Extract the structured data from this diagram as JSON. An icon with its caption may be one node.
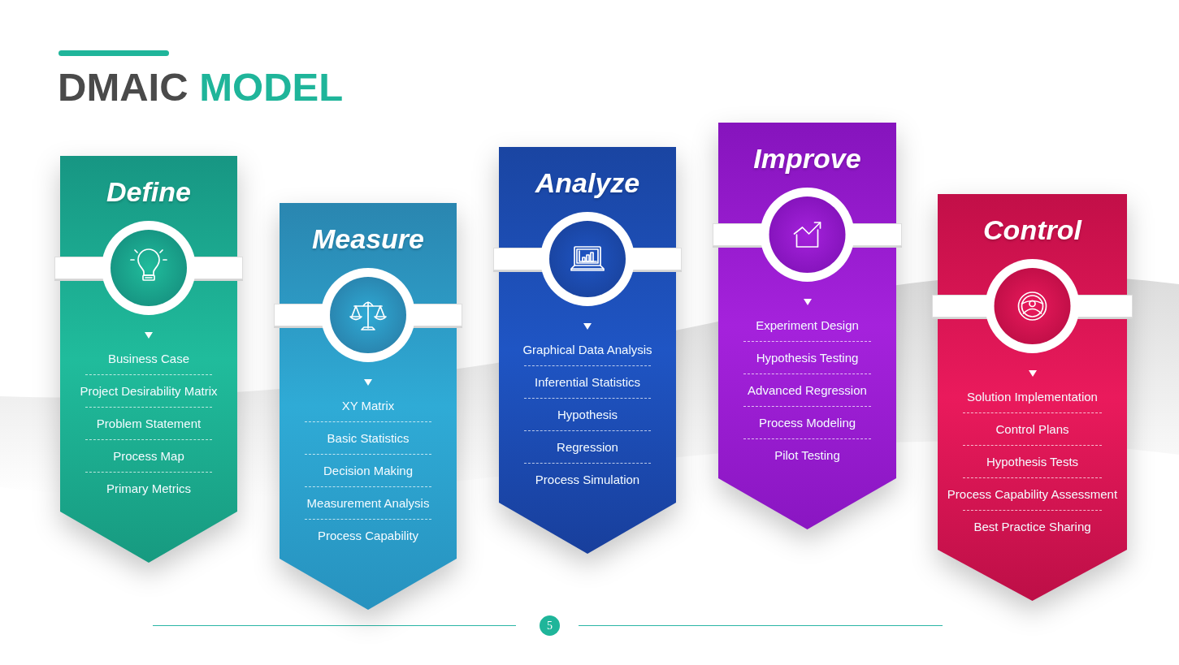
{
  "diagram": {
    "title": "DMAIC MODEL",
    "nodes": [
      {
        "text": [
          "Define",
          "Business Case",
          "Project Desirability Matrix",
          "Problem Statement",
          "Process Map",
          "Primary Metrics"
        ]
      },
      {
        "text": [
          "Measure",
          "XY Matrix",
          "Basic Statistics",
          "Decision Making",
          "Measurement Analysis",
          "Process Capability"
        ]
      },
      {
        "text": [
          "Analyze",
          "Graphical Data Analysis",
          "Inferential Statistics",
          "Hypothesis",
          "Regression",
          "Process Simulation"
        ]
      },
      {
        "text": [
          "Improve",
          "Experiment Design",
          "Hypothesis Testing",
          "Advanced Regression",
          "Process Modeling",
          "Pilot Testing"
        ]
      },
      {
        "text": [
          "Control",
          "Solution Implementation",
          "Control Plans",
          "Hypothesis Tests",
          "Process Capability Assessment",
          "Best Practice Sharing"
        ]
      }
    ],
    "labels": [
      "5"
    ]
  }
}
